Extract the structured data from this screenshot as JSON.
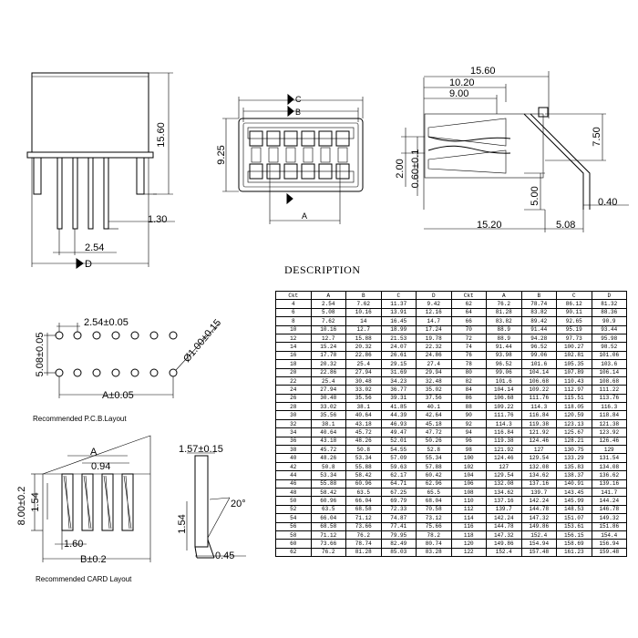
{
  "drawing": {
    "front_view": {
      "height_dim": "15.60",
      "pin_length_dim": "1.30",
      "pitch_dim": "2.54",
      "dim_letter_d": "D"
    },
    "top_view": {
      "dim_letter_c": "C",
      "dim_letter_b": "B",
      "dim_letter_a": "A",
      "height_dim": "9.25"
    },
    "side_view": {
      "dims": [
        "15.60",
        "10.20",
        "9.00",
        "7.50",
        "2.00",
        "0.60±0.1",
        "5.00",
        "0.40",
        "15.20",
        "5.08"
      ]
    },
    "pcb_layout": {
      "pitch_dim": "2.54±0.05",
      "row_spacing_dim": "5.08±0.05",
      "hole_dim": "Ø1.00±0.15",
      "width_dim": "A±0.05",
      "caption": "Recommended P.C.B.Layout"
    },
    "card_layout": {
      "dims": [
        "A",
        "0.94",
        "8.00±0.2",
        "1.54",
        "1.60",
        "B±0.2"
      ],
      "caption": "Recommended CARD Layout"
    },
    "card_side": {
      "dims": [
        "1.57±0.15",
        "20°",
        "1.54",
        "0.45"
      ]
    }
  },
  "description": {
    "title": "DESCRIPTION",
    "rows": [
      [
        "Ckt",
        "A",
        "B",
        "C",
        "D",
        "Ckt",
        "A",
        "B",
        "C",
        "D"
      ],
      [
        "4",
        "2.54",
        "7.62",
        "11.37",
        "9.42",
        "62",
        "76.2",
        "78.74",
        "86.12",
        "81.32"
      ],
      [
        "6",
        "5.08",
        "10.16",
        "13.91",
        "12.16",
        "64",
        "81.28",
        "83.82",
        "90.11",
        "88.36"
      ],
      [
        "8",
        "7.62",
        "14",
        "16.45",
        "14.7",
        "66",
        "83.82",
        "89.42",
        "92.65",
        "90.9"
      ],
      [
        "10",
        "10.16",
        "12.7",
        "18.99",
        "17.24",
        "70",
        "88.9",
        "91.44",
        "95.19",
        "93.44"
      ],
      [
        "12",
        "12.7",
        "15.88",
        "21.53",
        "19.78",
        "72",
        "88.9",
        "94.28",
        "97.73",
        "95.98"
      ],
      [
        "14",
        "15.24",
        "20.32",
        "24.07",
        "22.32",
        "74",
        "91.44",
        "96.52",
        "100.27",
        "98.52"
      ],
      [
        "16",
        "17.78",
        "22.86",
        "26.61",
        "24.86",
        "76",
        "93.98",
        "99.06",
        "102.81",
        "101.06"
      ],
      [
        "18",
        "20.32",
        "25.4",
        "29.15",
        "27.4",
        "78",
        "96.52",
        "101.6",
        "105.35",
        "103.6"
      ],
      [
        "20",
        "22.86",
        "27.94",
        "31.69",
        "29.94",
        "80",
        "99.06",
        "104.14",
        "107.89",
        "106.14"
      ],
      [
        "22",
        "25.4",
        "30.48",
        "34.23",
        "32.48",
        "82",
        "101.6",
        "106.68",
        "110.43",
        "108.68"
      ],
      [
        "24",
        "27.94",
        "33.02",
        "36.77",
        "35.02",
        "84",
        "104.14",
        "109.22",
        "112.97",
        "111.22"
      ],
      [
        "26",
        "30.48",
        "35.56",
        "39.31",
        "37.56",
        "86",
        "106.68",
        "111.76",
        "115.51",
        "113.76"
      ],
      [
        "28",
        "33.02",
        "38.1",
        "41.85",
        "40.1",
        "88",
        "109.22",
        "114.3",
        "118.05",
        "116.3"
      ],
      [
        "30",
        "35.56",
        "40.64",
        "44.39",
        "42.64",
        "90",
        "111.76",
        "116.84",
        "120.59",
        "118.84"
      ],
      [
        "32",
        "38.1",
        "43.18",
        "46.93",
        "45.18",
        "92",
        "114.3",
        "119.38",
        "123.13",
        "121.38"
      ],
      [
        "34",
        "40.64",
        "45.72",
        "49.47",
        "47.72",
        "94",
        "116.84",
        "121.92",
        "125.67",
        "123.92"
      ],
      [
        "36",
        "43.18",
        "48.26",
        "52.01",
        "50.26",
        "96",
        "119.38",
        "124.46",
        "128.21",
        "126.46"
      ],
      [
        "38",
        "45.72",
        "50.8",
        "54.55",
        "52.8",
        "98",
        "121.92",
        "127",
        "130.75",
        "129"
      ],
      [
        "40",
        "48.26",
        "53.34",
        "57.09",
        "55.34",
        "100",
        "124.46",
        "129.54",
        "133.29",
        "131.54"
      ],
      [
        "42",
        "50.8",
        "55.88",
        "59.63",
        "57.88",
        "102",
        "127",
        "132.08",
        "135.83",
        "134.08"
      ],
      [
        "44",
        "53.34",
        "58.42",
        "62.17",
        "60.42",
        "104",
        "129.54",
        "134.62",
        "138.37",
        "136.62"
      ],
      [
        "46",
        "55.88",
        "60.96",
        "64.71",
        "62.96",
        "106",
        "132.08",
        "137.16",
        "140.91",
        "139.16"
      ],
      [
        "48",
        "58.42",
        "63.5",
        "67.25",
        "65.5",
        "108",
        "134.62",
        "139.7",
        "143.45",
        "141.7"
      ],
      [
        "50",
        "60.96",
        "66.04",
        "69.79",
        "68.04",
        "110",
        "137.16",
        "142.24",
        "145.99",
        "144.24"
      ],
      [
        "52",
        "63.5",
        "68.58",
        "72.33",
        "70.58",
        "112",
        "139.7",
        "144.78",
        "148.53",
        "146.78"
      ],
      [
        "54",
        "66.04",
        "71.12",
        "74.87",
        "73.12",
        "114",
        "142.24",
        "147.32",
        "151.07",
        "149.32"
      ],
      [
        "56",
        "68.58",
        "73.66",
        "77.41",
        "75.66",
        "116",
        "144.78",
        "149.86",
        "153.61",
        "151.86"
      ],
      [
        "58",
        "71.12",
        "76.2",
        "79.95",
        "78.2",
        "118",
        "147.32",
        "152.4",
        "156.15",
        "154.4"
      ],
      [
        "60",
        "73.66",
        "78.74",
        "82.49",
        "80.74",
        "120",
        "149.86",
        "154.94",
        "158.69",
        "156.94"
      ],
      [
        "62",
        "76.2",
        "81.28",
        "85.03",
        "83.28",
        "122",
        "152.4",
        "157.48",
        "161.23",
        "159.48"
      ]
    ]
  }
}
